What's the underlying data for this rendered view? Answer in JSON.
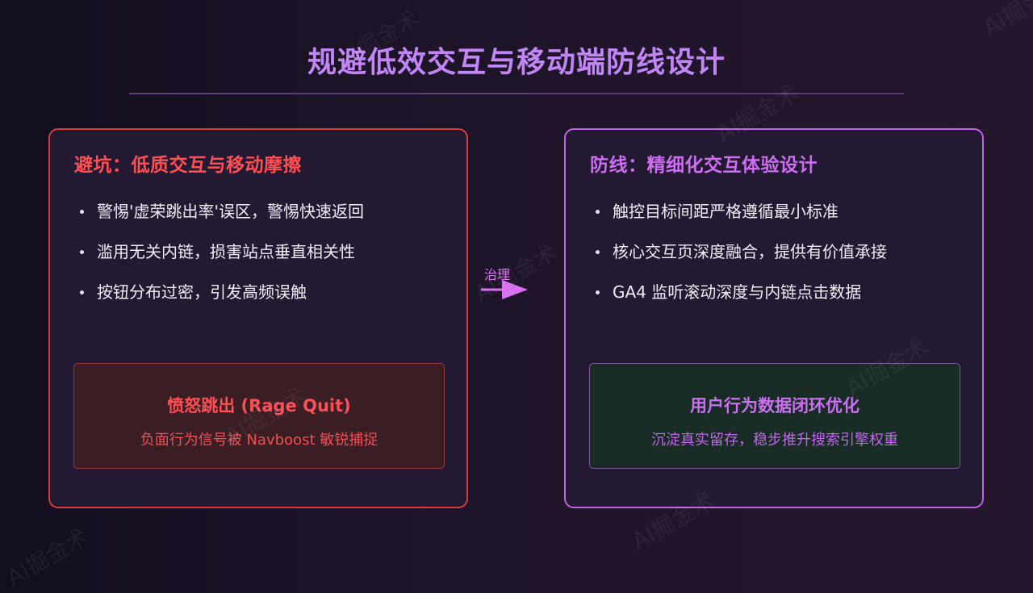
{
  "slide": {
    "title": "规避低效交互与移动端防线设计"
  },
  "left_card": {
    "heading": "避坑：低质交互与移动摩擦",
    "bullets": [
      "警惕'虚荣跳出率'误区，警惕快速返回",
      "滥用无关内链，损害站点垂直相关性",
      "按钮分布过密，引发高频误触"
    ],
    "callout": {
      "title": "愤怒跳出 (Rage Quit)",
      "description": "负面行为信号被 Navboost 敏锐捕捉"
    }
  },
  "connector": {
    "label": "治理"
  },
  "right_card": {
    "heading": "防线：精细化交互体验设计",
    "bullets": [
      "触控目标间距严格遵循最小标准",
      "核心交互页深度融合，提供有价值承接",
      "GA4 监听滚动深度与内链点击数据"
    ],
    "callout": {
      "title": "用户行为数据闭环优化",
      "description": "沉淀真实留存，稳步推升搜索引擎权重"
    }
  },
  "watermark": {
    "text": "AI掘金术"
  },
  "colors": {
    "title": "#c186f5",
    "left_accent": "#d43b3f",
    "right_accent": "#c164e6",
    "left_callout_bg": "#3b1d24",
    "right_callout_bg": "#182c25",
    "arrow": "#d871f0"
  },
  "icons": {
    "connector": "right-arrow-icon"
  }
}
